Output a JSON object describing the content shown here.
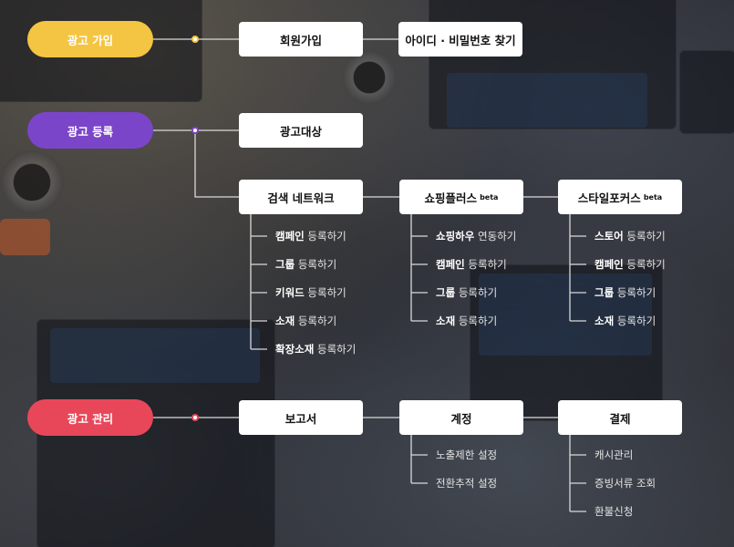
{
  "sections": [
    {
      "label": "광고 가입",
      "color": "#f4c542"
    },
    {
      "label": "광고 등록",
      "color": "#7b45c9"
    },
    {
      "label": "광고 관리",
      "color": "#e8475a"
    }
  ],
  "join": {
    "signup": "회원가입",
    "find": "아이디 · 비밀번호 찾기"
  },
  "register": {
    "target": "광고대상",
    "search": {
      "title": "검색 네트워크",
      "items": [
        {
          "bold": "캠페인",
          "rest": " 등록하기"
        },
        {
          "bold": "그룹",
          "rest": " 등록하기"
        },
        {
          "bold": "키워드",
          "rest": " 등록하기"
        },
        {
          "bold": "소재",
          "rest": " 등록하기"
        },
        {
          "bold": "확장소재",
          "rest": " 등록하기"
        }
      ]
    },
    "shopping": {
      "title": "쇼핑플러스",
      "tag": "beta",
      "items": [
        {
          "bold": "쇼핑하우",
          "rest": " 연동하기"
        },
        {
          "bold": "캠페인",
          "rest": " 등록하기"
        },
        {
          "bold": "그룹",
          "rest": " 등록하기"
        },
        {
          "bold": "소재",
          "rest": " 등록하기"
        }
      ]
    },
    "style": {
      "title": "스타일포커스",
      "tag": "beta",
      "items": [
        {
          "bold": "스토어",
          "rest": " 등록하기"
        },
        {
          "bold": "캠페인",
          "rest": " 등록하기"
        },
        {
          "bold": "그룹",
          "rest": " 등록하기"
        },
        {
          "bold": "소재",
          "rest": " 등록하기"
        }
      ]
    }
  },
  "manage": {
    "report": "보고서",
    "account": {
      "title": "계정",
      "items": [
        "노출제한 설정",
        "전환추적 설정"
      ]
    },
    "billing": {
      "title": "결제",
      "items": [
        "캐시관리",
        "증빙서류 조회",
        "환불신청"
      ]
    }
  }
}
